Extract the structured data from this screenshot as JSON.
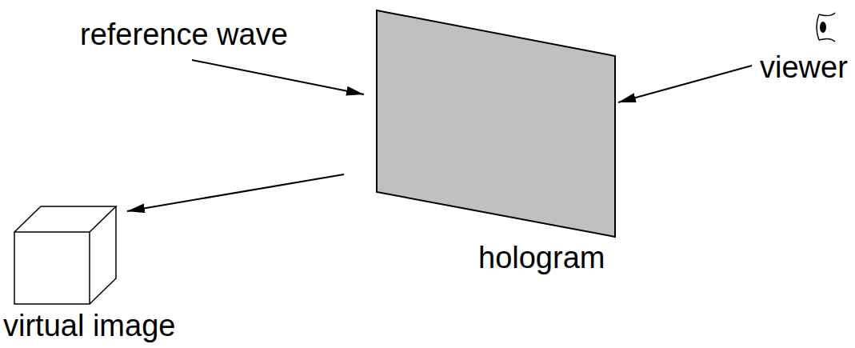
{
  "diagram": {
    "nodes": [
      {
        "text": [
          "hologram"
        ]
      },
      {
        "text": [
          "viewer"
        ]
      },
      {
        "text": [
          "virtual image"
        ]
      }
    ],
    "edges": [
      {
        "from": 1,
        "to": 0,
        "arrow": "to"
      },
      {
        "from": 0,
        "to": 2,
        "arrow": "to"
      }
    ],
    "labels": [
      "reference wave"
    ]
  }
}
